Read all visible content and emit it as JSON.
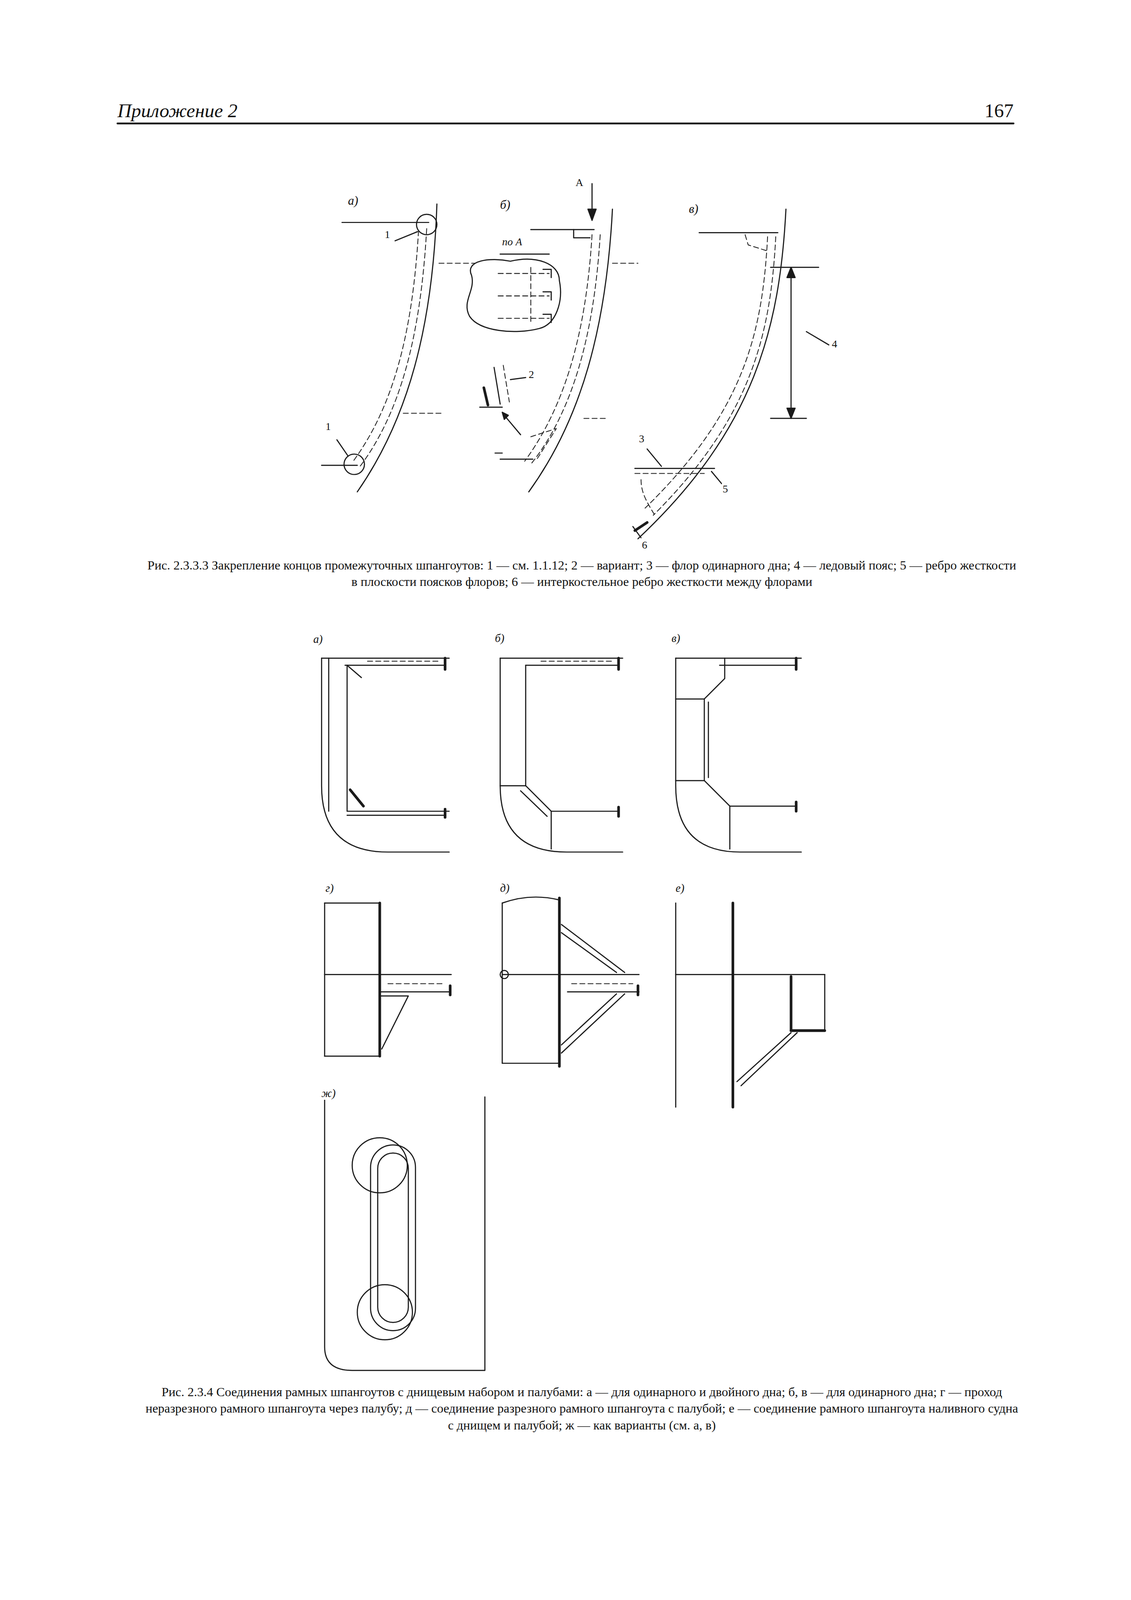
{
  "diagram": {
    "labels": [
      "Приложение 2",
      "167",
      "а)",
      "1",
      "1",
      "б)",
      "А",
      "по А",
      "2",
      "в)",
      "4",
      "3",
      "5",
      "6",
      "Рис. 2.3.3.3 Закрепление концов промежуточных шпангоутов: 1 — см. 1.1.12; 2 — вариант; 3 — флор одинарного дна; 4 — ледовый пояс; 5 — ребро жесткости в плоскости поясков флоров; 6 — интеркостельное ребро жесткости между флорами",
      "а)",
      "б)",
      "в)",
      "г)",
      "д)",
      "е)",
      "ж)",
      "Рис. 2.3.4 Соединения рамных шпангоутов с днищевым набором и палубами: а — для одинарного и двойного дна; б, в — для одинарного дна; г — проход неразрезного рамного шпангоута через палубу; д — соединение разрезного рамного шпангоута с палубой; е — соединение рамного шпангоута наливного судна с днищем и палубой; ж — как варианты (см. а, в)"
    ]
  }
}
